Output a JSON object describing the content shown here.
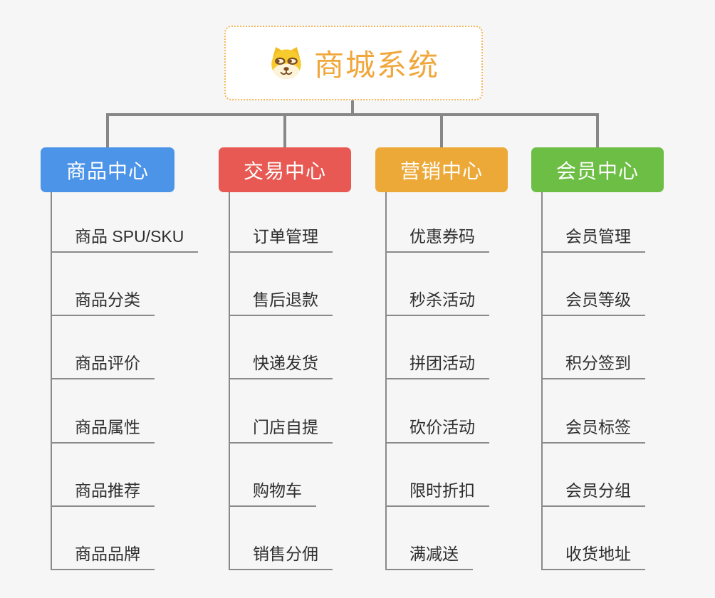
{
  "root": {
    "title": "商城系统",
    "icon": "doge-icon",
    "title_color": "#F0A73B",
    "border_color": "#F4B558"
  },
  "branches": [
    {
      "label": "商品中心",
      "color": "#4C94E8",
      "children": [
        "商品 SPU/SKU",
        "商品分类",
        "商品评价",
        "商品属性",
        "商品推荐",
        "商品品牌"
      ]
    },
    {
      "label": "交易中心",
      "color": "#E75952",
      "children": [
        "订单管理",
        "售后退款",
        "快递发货",
        "门店自提",
        "购物车",
        "销售分佣"
      ]
    },
    {
      "label": "营销中心",
      "color": "#EDA938",
      "children": [
        "优惠券码",
        "秒杀活动",
        "拼团活动",
        "砍价活动",
        "限时折扣",
        "满减送"
      ]
    },
    {
      "label": "会员中心",
      "color": "#6CBE44",
      "children": [
        "会员管理",
        "会员等级",
        "积分签到",
        "会员标签",
        "会员分组",
        "收货地址"
      ]
    }
  ],
  "colors": {
    "background": "#F6F6F6",
    "connector": "#878787",
    "leaf_underline": "#8A8A8A",
    "leaf_text": "#2E2E2E",
    "branch_text": "#FFFFFF"
  }
}
